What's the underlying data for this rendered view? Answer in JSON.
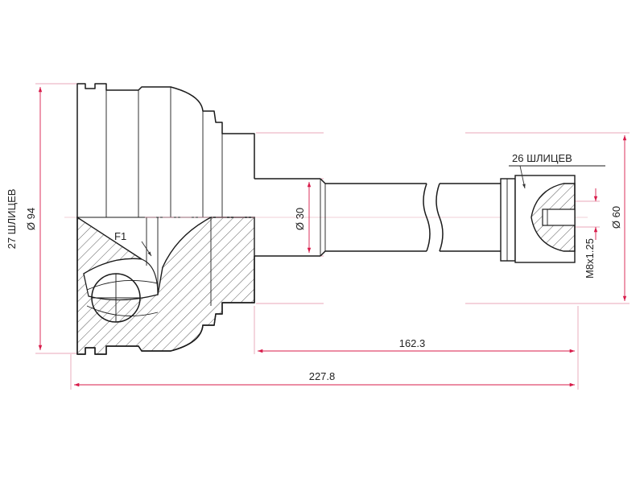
{
  "labels": {
    "outer_diameter": "Ø 94",
    "inner_splines": "27 ШЛИЦЕВ",
    "shaft_diameter": "Ø 30",
    "outer_splines": "26 ШЛИЦЕВ",
    "thread": "M8x1.25",
    "stub_diameter": "Ø 60",
    "stub_length": "162.3",
    "total_length": "227.8",
    "feature": "F1"
  },
  "colors": {
    "outline": "#1a1a1a",
    "dimension": "#d81b4a",
    "extension": "#e08aa0",
    "text": "#222222"
  }
}
